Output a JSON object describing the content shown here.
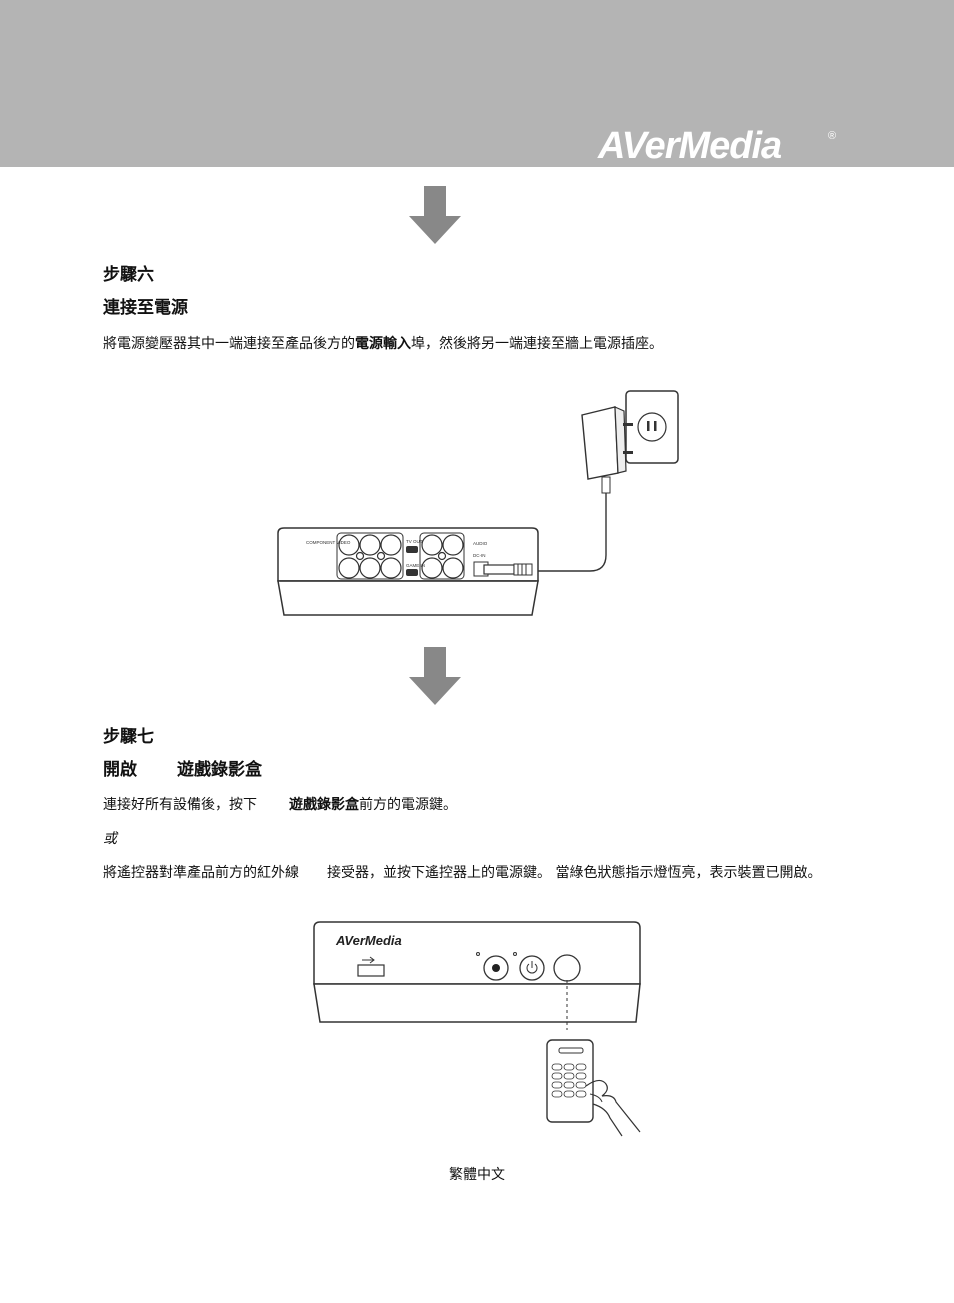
{
  "header": {
    "brand": "AVerMedia",
    "registered_mark": "®"
  },
  "step6": {
    "step_label": "步驟六",
    "title": "連接至電源",
    "desc_before": "將電源變壓器其中一端連接至產品後方的",
    "desc_bold": "電源輸入",
    "desc_after": "埠，然後將另一端連接至牆上電源插座。"
  },
  "figure1": {
    "label_component_video": "COMPONENT VIDEO",
    "label_tv_out": "TV OUT",
    "label_game_in": "GAME IN",
    "label_audio": "AUDIO",
    "label_dc_in": "DC-IN"
  },
  "step7": {
    "step_label": "步驟七",
    "title_part1": "開啟",
    "title_part2": "遊戲錄影盒",
    "line1_before": "連接好所有設備後，按下",
    "line1_bold": "遊戲錄影盒",
    "line1_after": "前方的電源鍵。",
    "or": "或",
    "line2_part1": "將遙控器對準產品前方的紅外線",
    "line2_part2": "接受器，並按下遙控器上的電源鍵。 當綠色狀態指示燈恆亮，表示裝置已開啟。"
  },
  "figure2": {
    "device_brand": "AVerMedia"
  },
  "footer": {
    "language": "繁體中文"
  }
}
